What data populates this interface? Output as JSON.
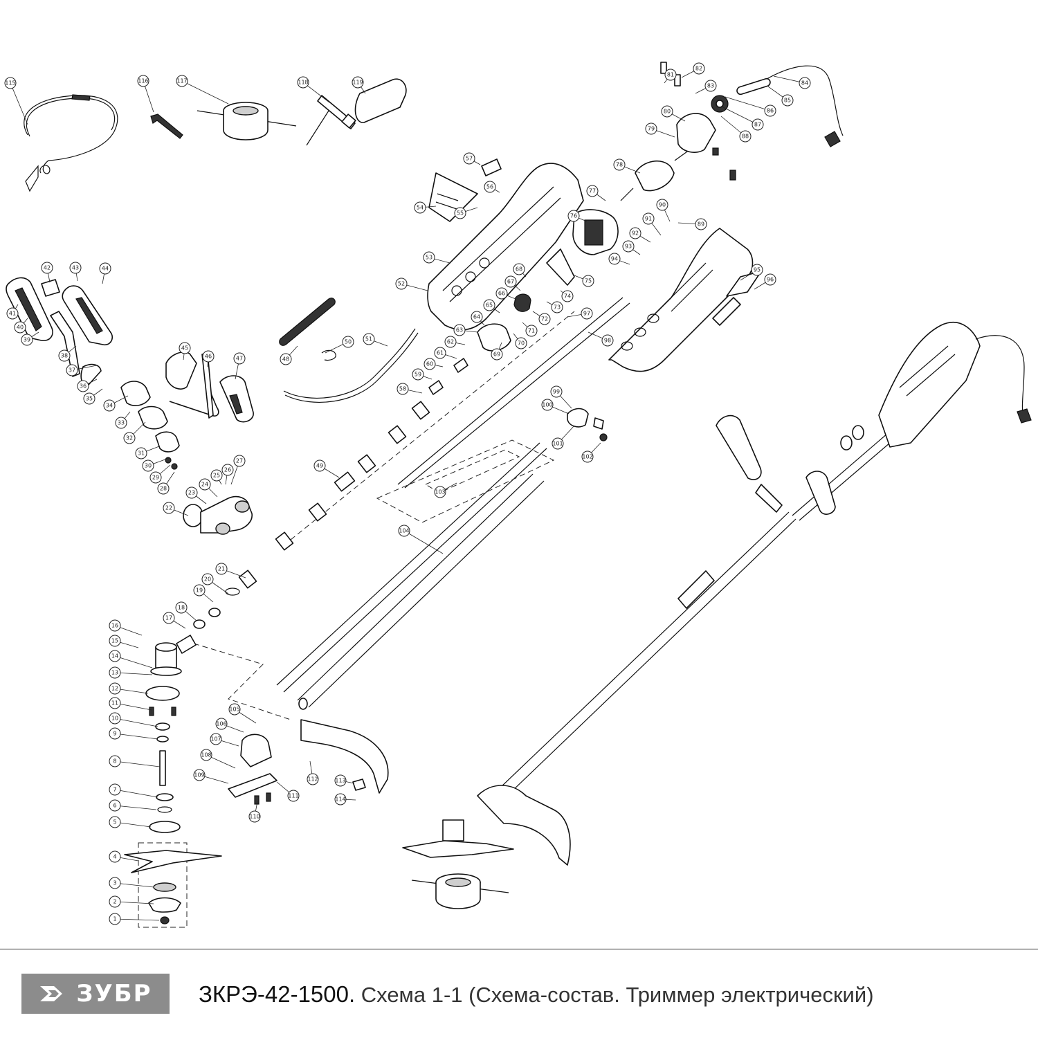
{
  "footer": {
    "brand": "ЗУБР",
    "model": "ЗКРЭ-42-1500.",
    "description": "Схема 1-1 (Схема-состав. Триммер электрический)"
  },
  "callouts": {
    "n1": "1",
    "n2": "2",
    "n3": "3",
    "n4": "4",
    "n5": "5",
    "n6": "6",
    "n7": "7",
    "n8": "8",
    "n9": "9",
    "n10": "10",
    "n11": "11",
    "n12": "12",
    "n13": "13",
    "n14": "14",
    "n15": "15",
    "n16": "16",
    "n17": "17",
    "n18": "18",
    "n19": "19",
    "n20": "20",
    "n21": "21",
    "n22": "22",
    "n23": "23",
    "n24": "24",
    "n25": "25",
    "n26": "26",
    "n27": "27",
    "n28": "28",
    "n29": "29",
    "n30": "30",
    "n31": "31",
    "n32": "32",
    "n33": "33",
    "n34": "34",
    "n35": "35",
    "n36": "36",
    "n37": "37",
    "n38": "38",
    "n39": "39",
    "n40": "40",
    "n41": "41",
    "n42": "42",
    "n43": "43",
    "n44": "44",
    "n45": "45",
    "n46": "46",
    "n47": "47",
    "n48": "48",
    "n49": "49",
    "n50": "50",
    "n51": "51",
    "n52": "52",
    "n53": "53",
    "n54": "54",
    "n55": "55",
    "n56": "56",
    "n57": "57",
    "n58": "58",
    "n59": "59",
    "n60": "60",
    "n61": "61",
    "n62": "62",
    "n63": "63",
    "n64": "64",
    "n65": "65",
    "n66": "66",
    "n67": "67",
    "n68": "68",
    "n69": "69",
    "n70": "70",
    "n71": "71",
    "n72": "72",
    "n73": "73",
    "n74": "74",
    "n75": "75",
    "n76": "76",
    "n77": "77",
    "n78": "78",
    "n79": "79",
    "n80": "80",
    "n81": "81",
    "n82": "82",
    "n83": "83",
    "n84": "84",
    "n85": "85",
    "n86": "86",
    "n87": "87",
    "n88": "88",
    "n89": "89",
    "n90": "90",
    "n91": "91",
    "n92": "92",
    "n93": "93",
    "n94": "94",
    "n95": "95",
    "n96": "96",
    "n97": "97",
    "n98": "98",
    "n99": "99",
    "n100": "100",
    "n101": "101",
    "n102": "102",
    "n103": "103",
    "n104": "104",
    "n105": "105",
    "n106": "106",
    "n107": "107",
    "n108": "108",
    "n109": "109",
    "n110": "110",
    "n111": "111",
    "n112": "112",
    "n113": "113",
    "n114": "114",
    "n115": "115",
    "n116": "116",
    "n117": "117",
    "n118": "118",
    "n119": "119"
  },
  "colors": {
    "logo_background": "#8c8c8c",
    "line": "#111111"
  }
}
